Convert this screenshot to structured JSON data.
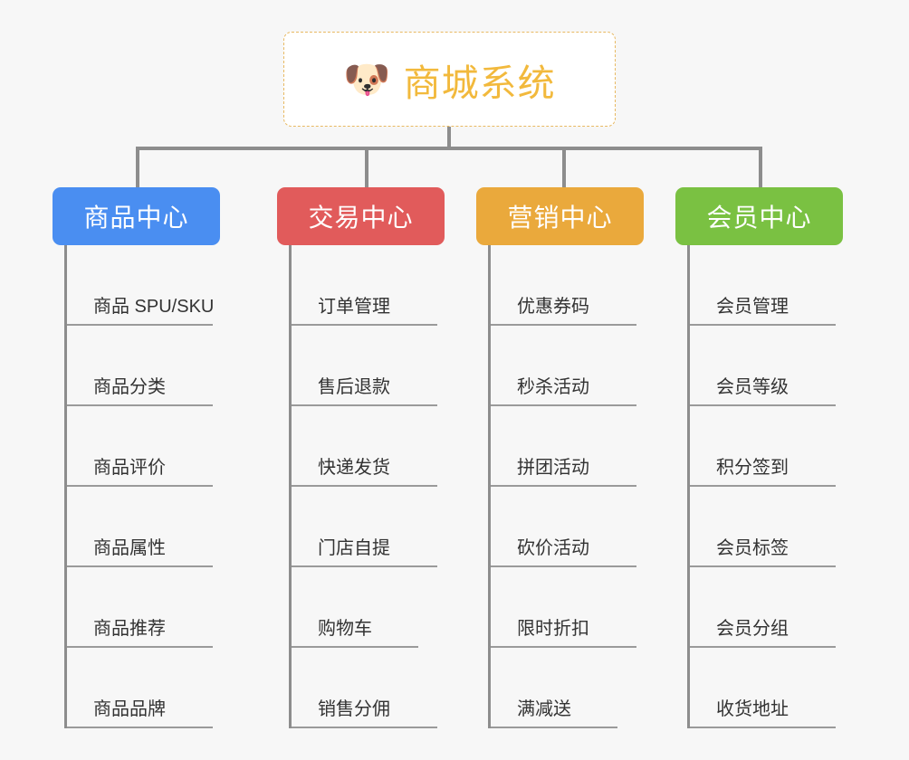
{
  "root": {
    "icon": "shiba-dog-emoji",
    "emoji": "🐶",
    "title": "商城系统",
    "title_color": "#f2b93c",
    "border_color": "#e8b962"
  },
  "connector_color": "#8d8d8d",
  "branches": [
    {
      "id": "product-center",
      "label": "商品中心",
      "color": "#4a8ef1",
      "items": [
        "商品 SPU/SKU",
        "商品分类",
        "商品评价",
        "商品属性",
        "商品推荐",
        "商品品牌"
      ]
    },
    {
      "id": "trade-center",
      "label": "交易中心",
      "color": "#e15b5b",
      "items": [
        "订单管理",
        "售后退款",
        "快递发货",
        "门店自提",
        "购物车",
        "销售分佣"
      ]
    },
    {
      "id": "marketing-center",
      "label": "营销中心",
      "color": "#eaa93c",
      "items": [
        "优惠券码",
        "秒杀活动",
        "拼团活动",
        "砍价活动",
        "限时折扣",
        "满减送"
      ]
    },
    {
      "id": "member-center",
      "label": "会员中心",
      "color": "#7ac142",
      "items": [
        "会员管理",
        "会员等级",
        "积分签到",
        "会员标签",
        "会员分组",
        "收货地址"
      ]
    }
  ]
}
